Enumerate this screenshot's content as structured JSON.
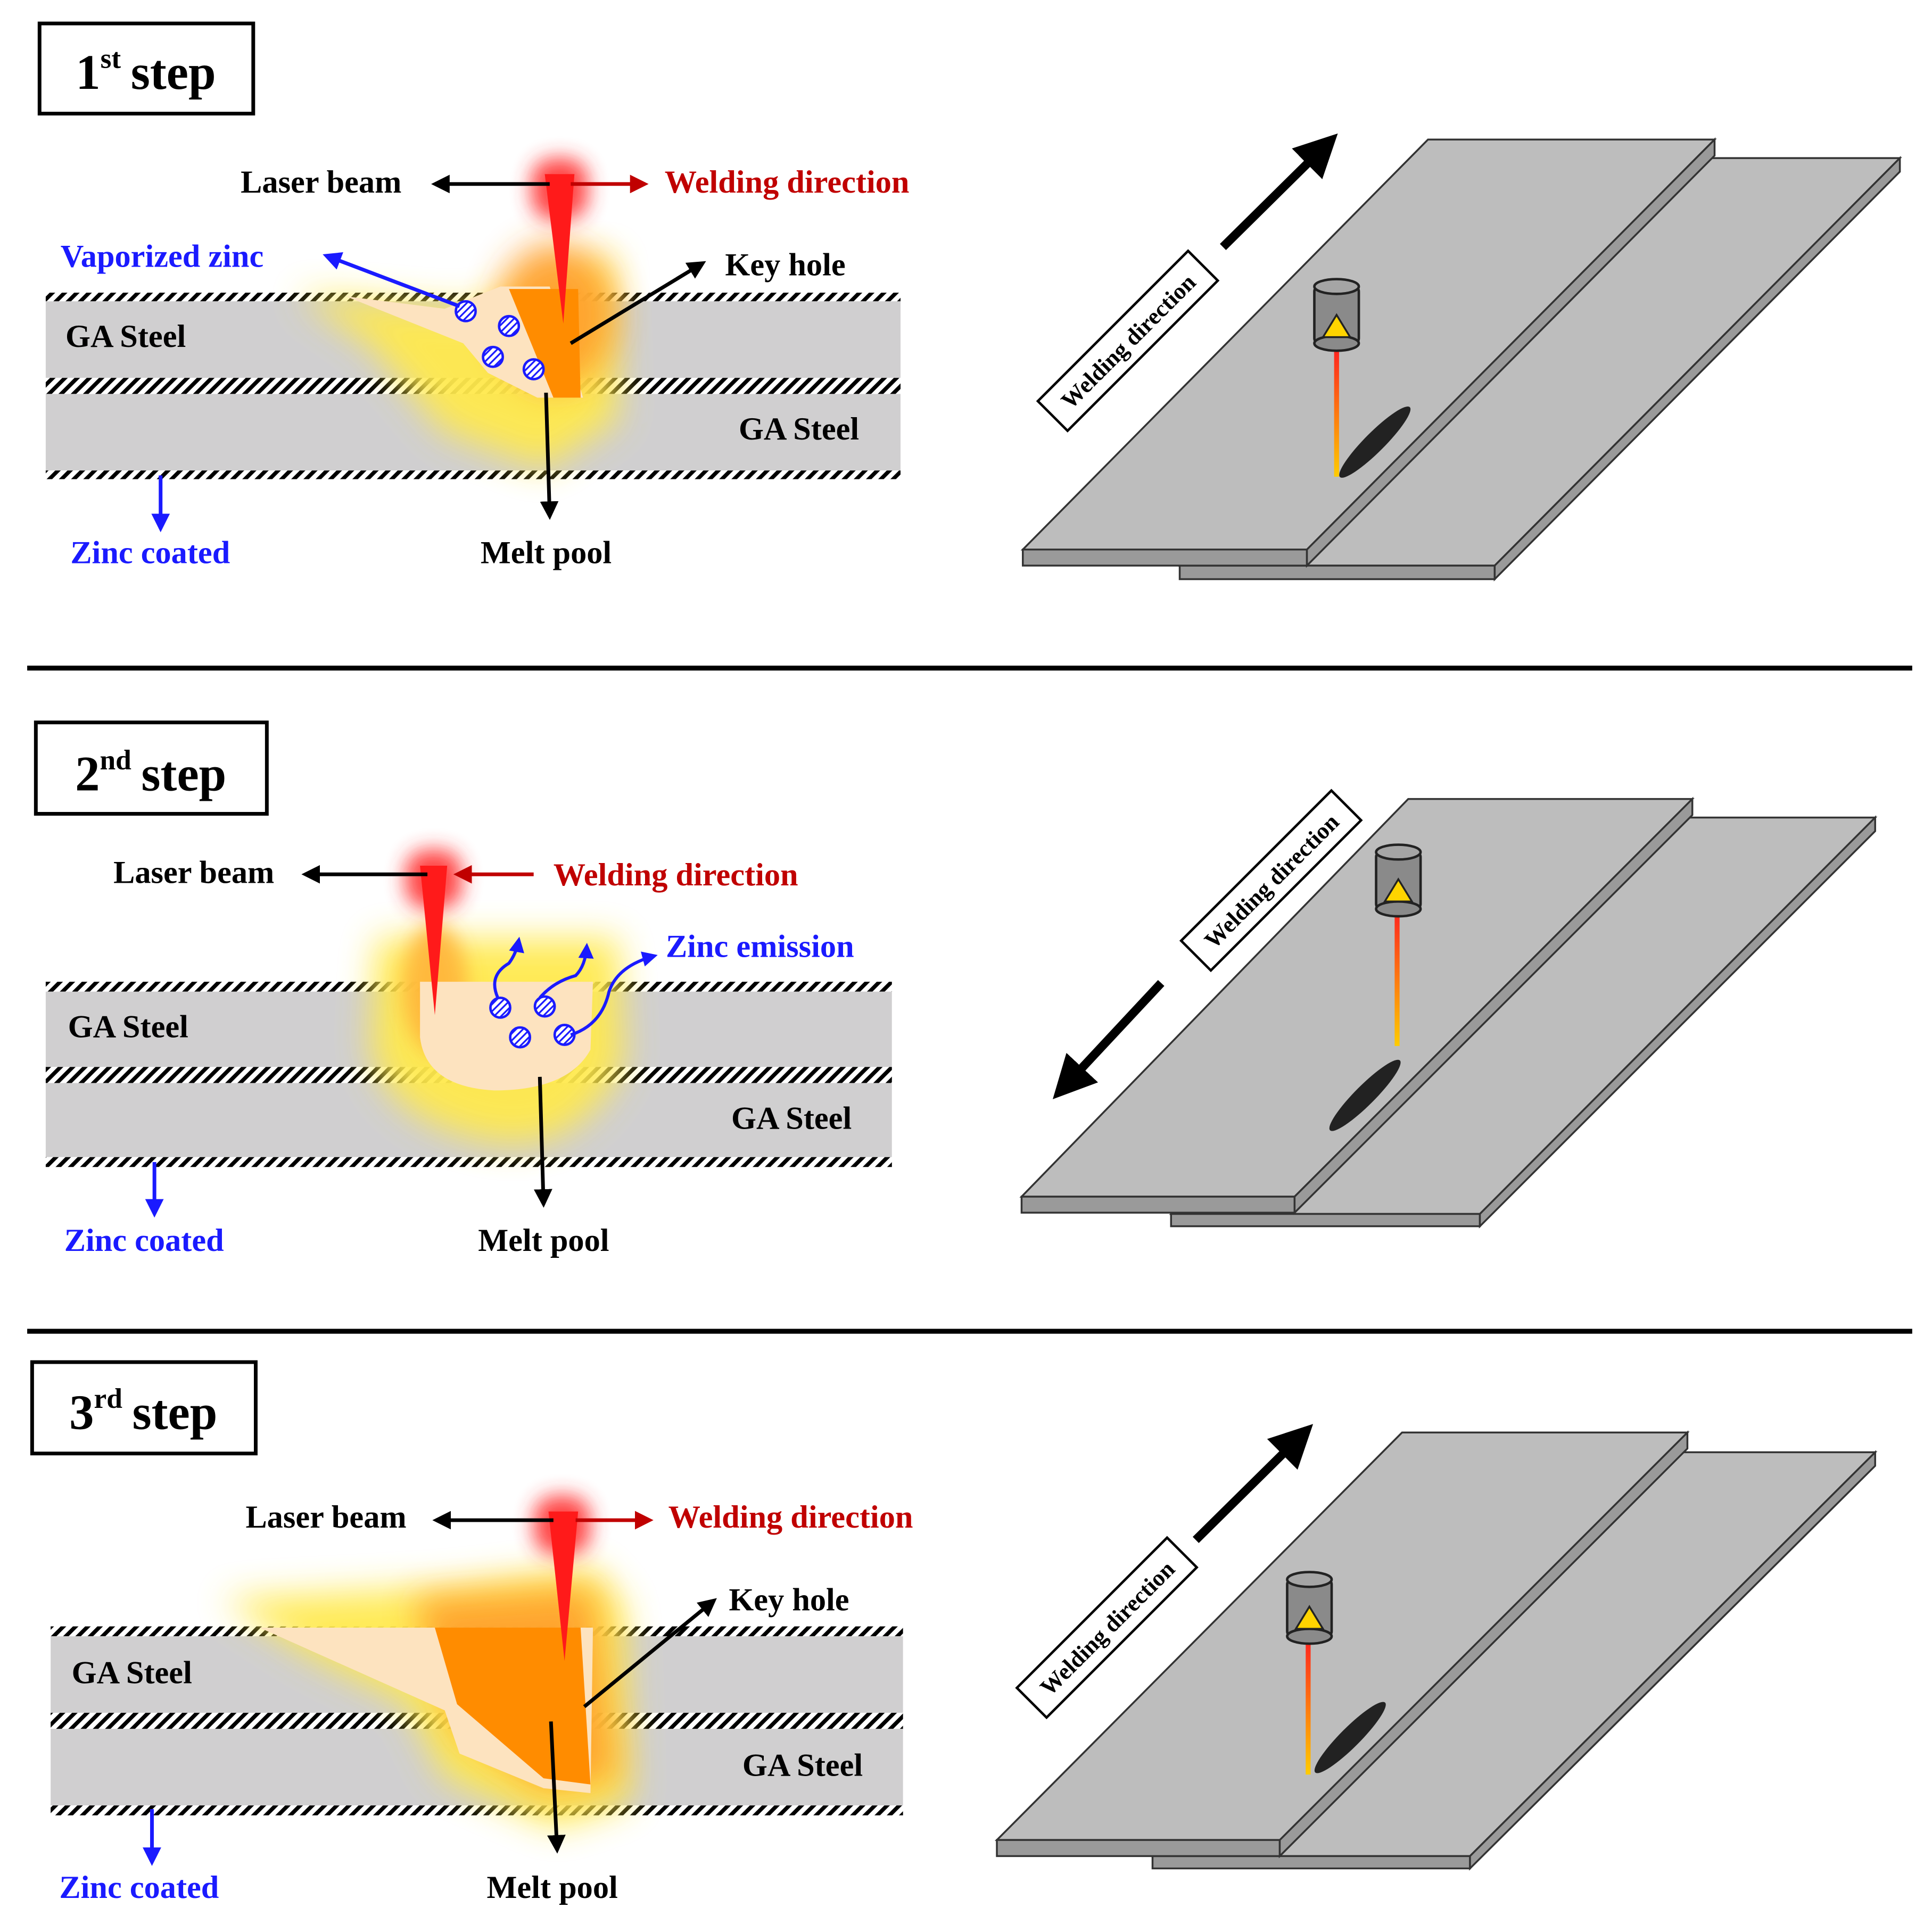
{
  "colors": {
    "black": "#000000",
    "red": "#c00000",
    "blue": "#1a1aff",
    "steel": "#d0cfd0",
    "plate_top": "#bdbdbd",
    "plate_edge": "#9a9a9a",
    "pool": "#fde3bf",
    "hot": "#ff8c00",
    "glow": "#ffe94d",
    "beam": "#ff1a1a"
  },
  "steps": [
    {
      "title": "1",
      "sup": "st",
      "title_word": "step",
      "laser_label": "Laser beam",
      "direction_label": "Welding direction",
      "top_steel": "GA Steel",
      "bottom_steel": "GA Steel",
      "zinc_coated": "Zinc coated",
      "melt_pool": "Melt pool",
      "key_hole": "Key hole",
      "zinc_label": "Vaporized zinc",
      "plates_direction": "Welding direction"
    },
    {
      "title": "2",
      "sup": "nd",
      "title_word": "step",
      "laser_label": "Laser beam",
      "direction_label": "Welding direction",
      "top_steel": "GA Steel",
      "bottom_steel": "GA Steel",
      "zinc_coated": "Zinc coated",
      "melt_pool": "Melt pool",
      "zinc_label": "Zinc emission",
      "plates_direction": "Welding direction"
    },
    {
      "title": "3",
      "sup": "rd",
      "title_word": "step",
      "laser_label": "Laser beam",
      "direction_label": "Welding direction",
      "top_steel": "GA Steel",
      "bottom_steel": "GA Steel",
      "zinc_coated": "Zinc coated",
      "melt_pool": "Melt pool",
      "key_hole": "Key hole",
      "plates_direction": "Welding direction"
    }
  ]
}
